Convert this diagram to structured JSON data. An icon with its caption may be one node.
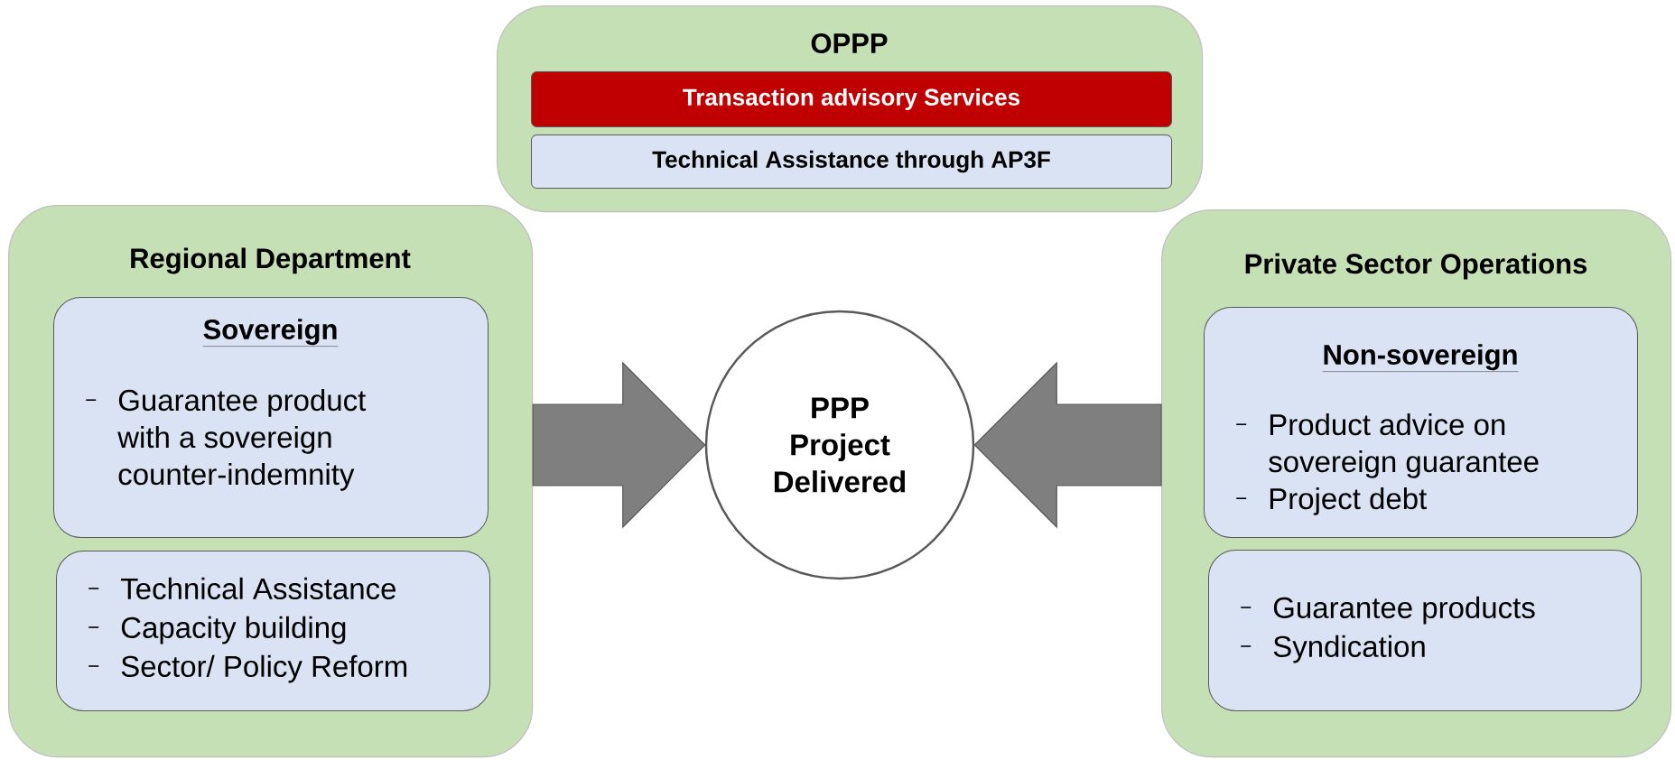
{
  "diagram": {
    "nodes": [
      {
        "text": [
          "OPPP"
        ]
      },
      {
        "text": [
          "Transaction advisory Services"
        ],
        "in": 0
      },
      {
        "text": [
          "Technical Assistance through AP3F"
        ],
        "in": 0
      },
      {
        "text": [
          "Regional Department"
        ]
      },
      {
        "text": [
          "Sovereign",
          "Guarantee product with a sovereign counter-indemnity"
        ],
        "in": 3
      },
      {
        "text": [
          "Technical Assistance",
          "Capacity building",
          "Sector/ Policy Reform"
        ],
        "in": 3
      },
      {
        "text": [
          "PPP Project Delivered"
        ]
      },
      {
        "text": [
          "Private Sector Operations"
        ]
      },
      {
        "text": [
          "Non-sovereign",
          "Product advice on sovereign guarantee",
          "Project debt"
        ],
        "in": 7
      },
      {
        "text": [
          "Guarantee products",
          "Syndication"
        ],
        "in": 7
      }
    ],
    "edges": [
      {
        "from": 3,
        "to": 6,
        "arrow": "to"
      },
      {
        "from": 7,
        "to": 6,
        "arrow": "to"
      }
    ]
  }
}
